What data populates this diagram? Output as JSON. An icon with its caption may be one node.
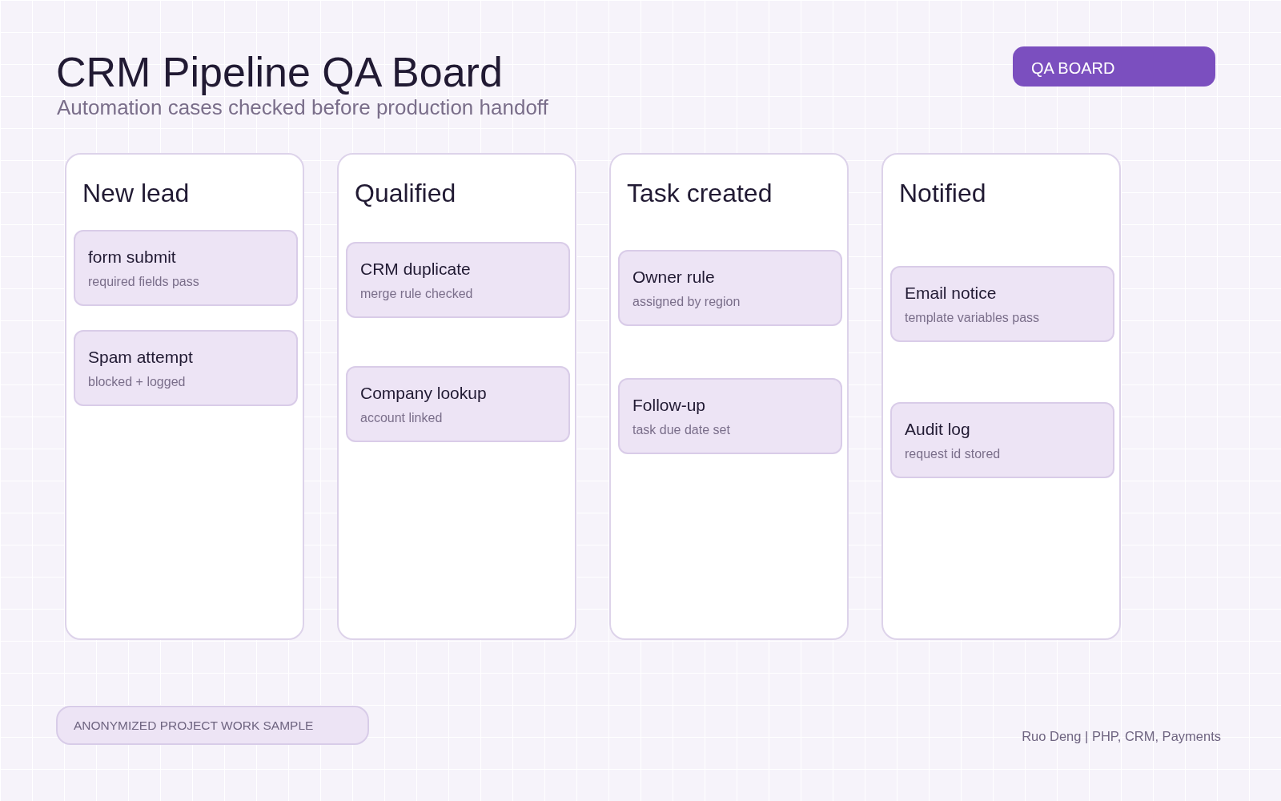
{
  "diagram": {
    "title": "CRM Pipeline QA Board",
    "nodes": [
      {
        "text": [
          "QA BOARD"
        ]
      },
      {
        "text": [
          "New lead"
        ]
      },
      {
        "text": [
          "form submit",
          "required fields pass"
        ],
        "in": 1
      },
      {
        "text": [
          "Spam attempt",
          "blocked + logged"
        ],
        "in": 1
      },
      {
        "text": [
          "Qualified"
        ]
      },
      {
        "text": [
          "CRM duplicate",
          "merge rule checked"
        ],
        "in": 4
      },
      {
        "text": [
          "Company lookup",
          "account linked"
        ],
        "in": 4
      },
      {
        "text": [
          "Task created"
        ]
      },
      {
        "text": [
          "Owner rule",
          "assigned by region"
        ],
        "in": 7
      },
      {
        "text": [
          "Follow-up",
          "task due date set"
        ],
        "in": 7
      },
      {
        "text": [
          "Notified"
        ]
      },
      {
        "text": [
          "Email notice",
          "template variables pass"
        ],
        "in": 10
      },
      {
        "text": [
          "Audit log",
          "request id stored"
        ],
        "in": 10
      },
      {
        "text": [
          "ANONYMIZED PROJECT WORK SAMPLE"
        ]
      }
    ],
    "labels": [
      "Automation cases checked before production handoff",
      "Ruo Deng | PHP, CRM, Payments"
    ]
  }
}
